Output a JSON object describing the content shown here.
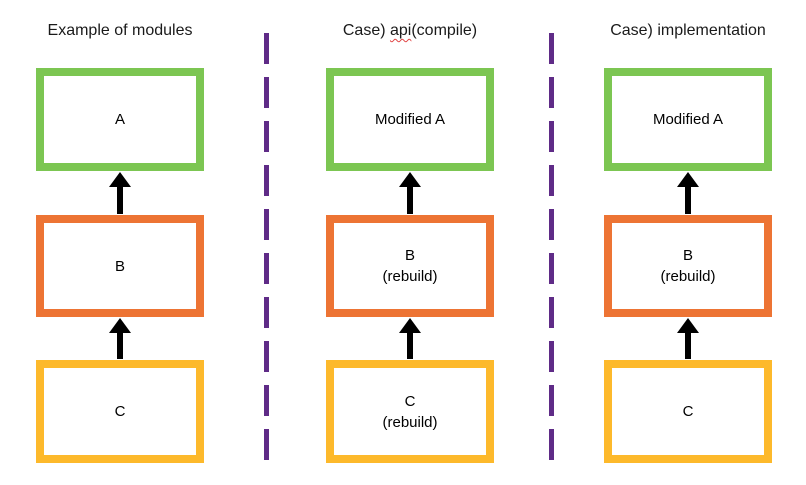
{
  "colors": {
    "green": "#7CC652",
    "orange": "#ED7434",
    "yellow": "#FDB92B",
    "purple": "#5F2B87",
    "arrow": "#000000",
    "squiggle": "#E04343",
    "text": "#1A1A1A"
  },
  "columns": [
    {
      "id": "example",
      "title": "Example of modules",
      "boxes": [
        {
          "label": "A",
          "color": "green"
        },
        {
          "label": "B",
          "color": "orange"
        },
        {
          "label": "C",
          "color": "yellow"
        }
      ]
    },
    {
      "id": "api-compile",
      "title_prefix": "Case) ",
      "title_misspelled": "api",
      "title_suffix": "(compile)",
      "boxes": [
        {
          "label": "Modified A",
          "color": "green"
        },
        {
          "label": "B",
          "sublabel": "(rebuild)",
          "color": "orange"
        },
        {
          "label": "C",
          "sublabel": "(rebuild)",
          "color": "yellow"
        }
      ]
    },
    {
      "id": "implementation",
      "title": "Case) implementation",
      "boxes": [
        {
          "label": "Modified A",
          "color": "green"
        },
        {
          "label": "B",
          "sublabel": "(rebuild)",
          "color": "orange"
        },
        {
          "label": "C",
          "color": "yellow"
        }
      ]
    }
  ]
}
